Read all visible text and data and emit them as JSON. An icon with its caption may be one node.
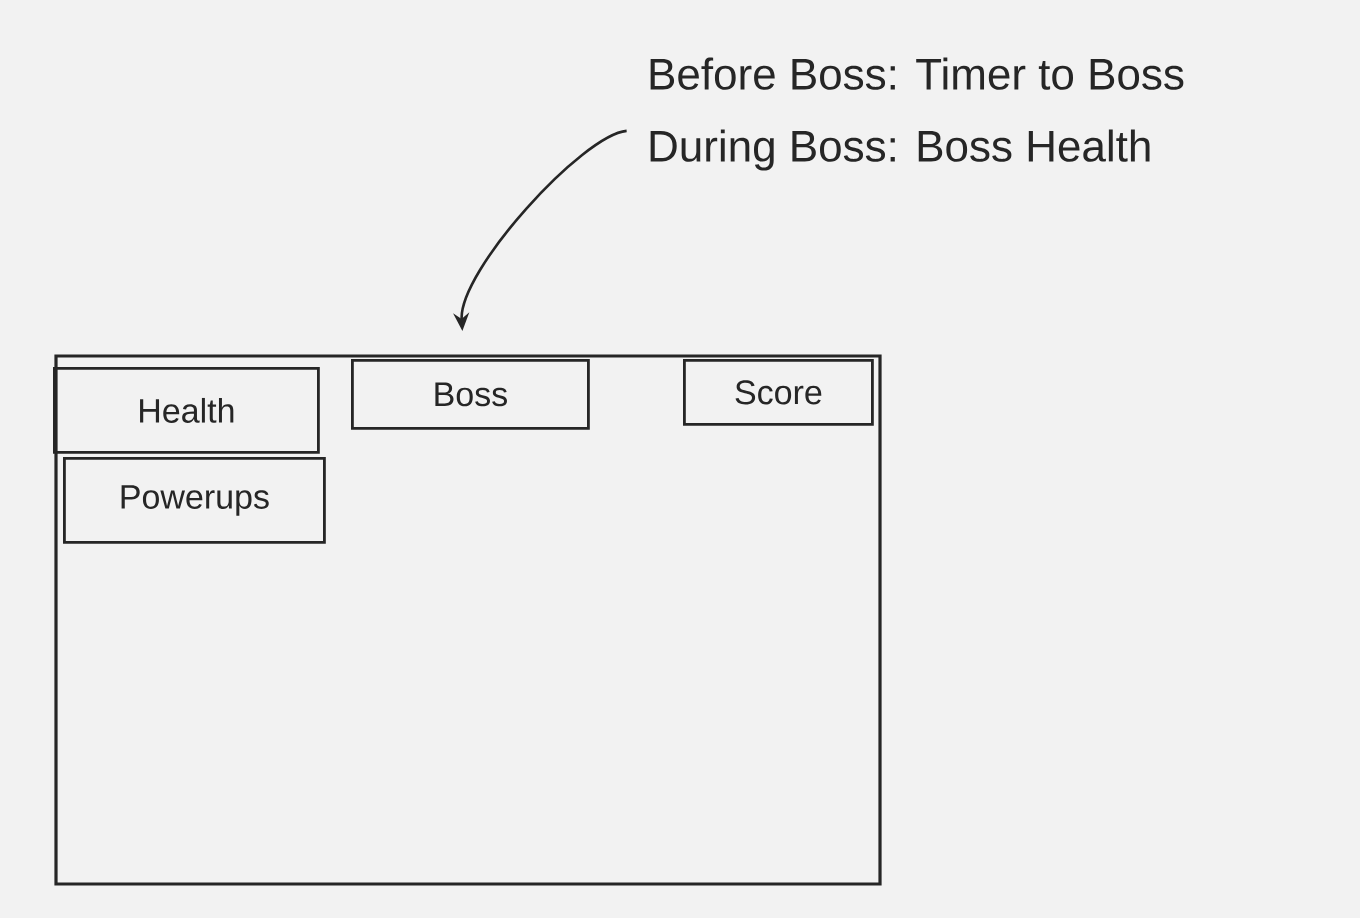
{
  "diagram": {
    "nodes": [
      {
        "text": [],
        "shape": "box"
      },
      {
        "text": [
          "Health"
        ],
        "in": 0
      },
      {
        "text": [
          "Powerups"
        ],
        "in": 0
      },
      {
        "text": [
          "Boss"
        ],
        "in": 0
      },
      {
        "text": [
          "Score"
        ],
        "in": 0
      },
      {
        "text": [
          "Before Boss: Timer to Boss",
          "During Boss: Boss Health"
        ]
      }
    ],
    "edges": [
      {
        "from": 5,
        "to": 3,
        "arrow": "to"
      }
    ]
  }
}
